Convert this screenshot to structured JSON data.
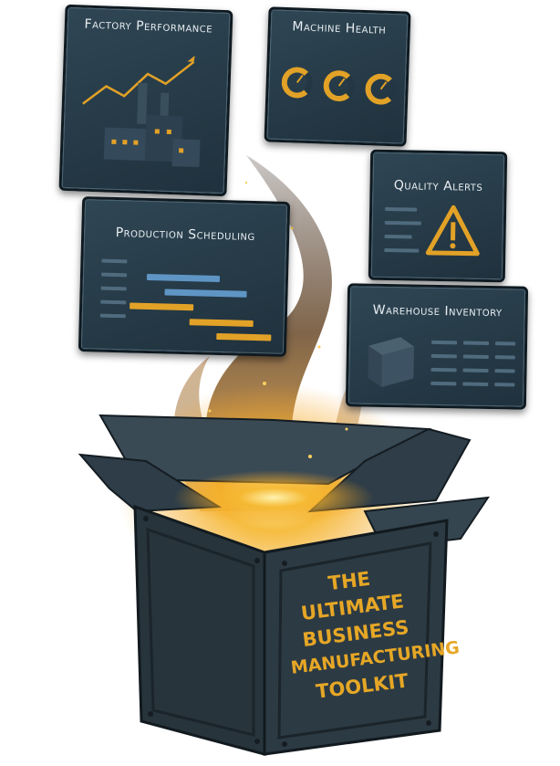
{
  "panels": {
    "factory_performance": {
      "title": "Factory Performance"
    },
    "machine_health": {
      "title": "Machine Health"
    },
    "quality_alerts": {
      "title": "Quality Alerts"
    },
    "production_scheduling": {
      "title": "Production Scheduling"
    },
    "warehouse_inventory": {
      "title": "Warehouse Inventory"
    }
  },
  "box": {
    "lines": [
      "THE ULTIMATE",
      "BUSINESS",
      "MANUFACTURING",
      "TOOLKIT"
    ]
  },
  "colors": {
    "accent": "#e2a227",
    "panel": "#26394a",
    "box": "#2b3a44",
    "chart_blue": "#5f95c4"
  },
  "icons": [
    "line-chart-icon",
    "factory-icon",
    "gauge-icon",
    "warning-triangle-icon",
    "crate-icon"
  ]
}
